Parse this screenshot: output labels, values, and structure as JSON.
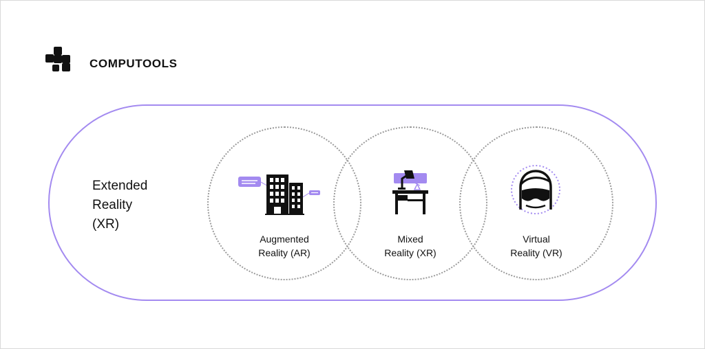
{
  "brand": {
    "name": "COMPUTOOLS",
    "logo_icon": "computools-logo-icon"
  },
  "colors": {
    "accent": "#a38af0",
    "text": "#111111",
    "dotted_border": "#9a9a9a"
  },
  "diagram": {
    "outer": {
      "label_lines": [
        "Extended",
        "Reality",
        "(XR)"
      ]
    },
    "circles": [
      {
        "line1": "Augmented",
        "line2": "Reality (AR)",
        "icon": "office-buildings-icon"
      },
      {
        "line1": "Mixed",
        "line2": "Reality (XR)",
        "icon": "desk-lamp-icon"
      },
      {
        "line1": "Virtual",
        "line2": "Reality (VR)",
        "icon": "vr-headset-icon"
      }
    ]
  }
}
